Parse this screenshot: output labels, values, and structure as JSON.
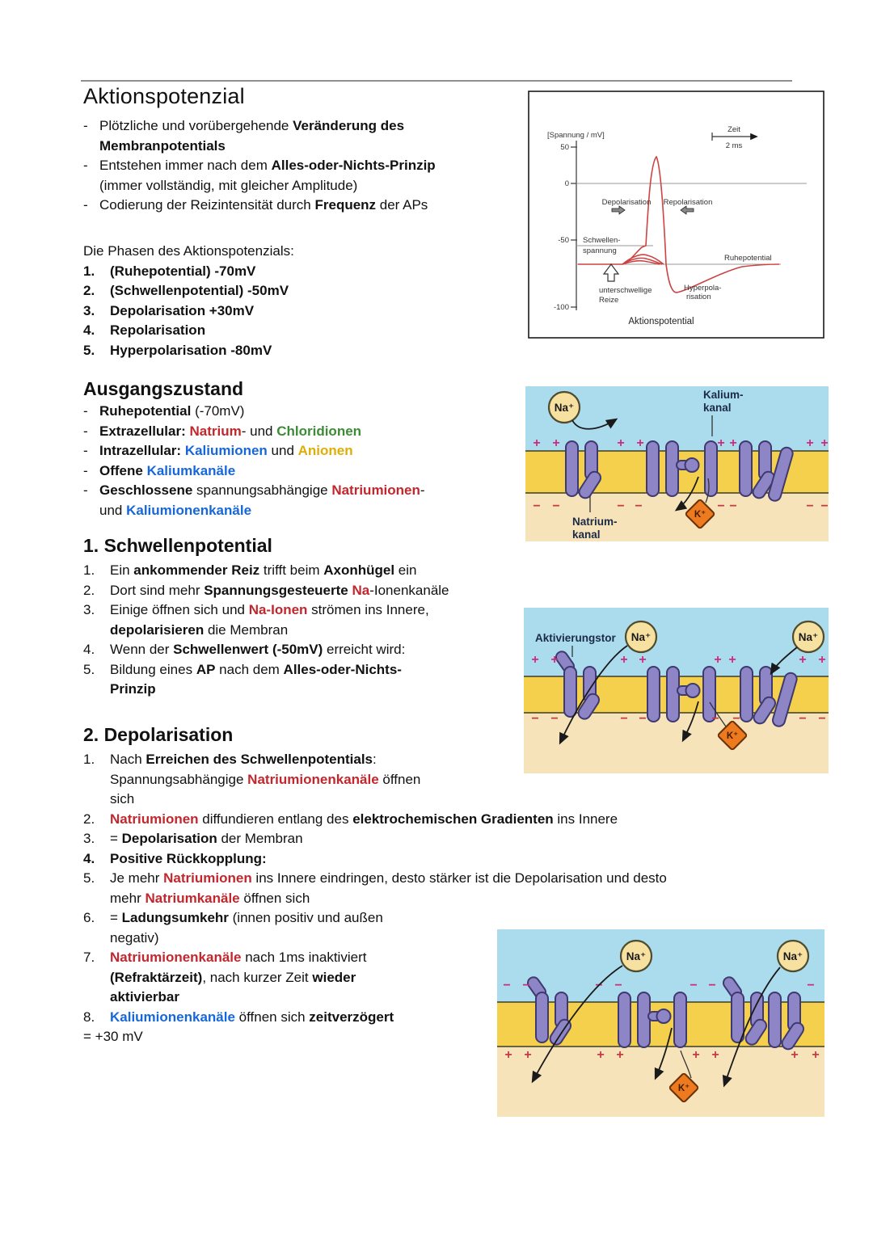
{
  "page": {
    "title": "Aktionspotenzial"
  },
  "symbols": {
    "plus": "+",
    "minus": "−",
    "dash": "-"
  },
  "intro_bullets": [
    {
      "num": "-",
      "seg": [
        {
          "t": "Plötzliche und vorübergehende "
        },
        {
          "t": "Veränderung des\nMembranpotentials",
          "b": true
        }
      ]
    },
    {
      "num": "-",
      "seg": [
        {
          "t": "Entstehen immer nach dem "
        },
        {
          "t": "Alles-oder-Nichts-Prinzip",
          "b": true
        },
        {
          "t": "\n(immer vollständig, mit gleicher Amplitude)"
        }
      ]
    },
    {
      "num": "-",
      "seg": [
        {
          "t": "Codierung der Reizintensität durch "
        },
        {
          "t": "Frequenz",
          "b": true
        },
        {
          "t": " der APs"
        }
      ]
    }
  ],
  "phases": {
    "heading": "Die Phasen des Aktionspotenzials:",
    "items": [
      {
        "num": "1.",
        "nb": true,
        "seg": [
          {
            "t": "(Ruhepotential) -70mV",
            "b": true
          }
        ]
      },
      {
        "num": "2.",
        "nb": true,
        "seg": [
          {
            "t": "(Schwellenpotential) -50mV",
            "b": true
          }
        ]
      },
      {
        "num": "3.",
        "nb": true,
        "seg": [
          {
            "t": "Depolarisation +30mV",
            "b": true
          }
        ]
      },
      {
        "num": "4.",
        "nb": true,
        "seg": [
          {
            "t": "Repolarisation",
            "b": true
          }
        ]
      },
      {
        "num": "5.",
        "nb": true,
        "seg": [
          {
            "t": "Hyperpolarisation -80mV",
            "b": true
          }
        ]
      }
    ]
  },
  "ausgangszustand": {
    "heading": "Ausgangszustand",
    "items": [
      {
        "num": "-",
        "seg": [
          {
            "t": "Ruhepotential",
            "b": true
          },
          {
            "t": " (-70mV)"
          }
        ]
      },
      {
        "num": "-",
        "seg": [
          {
            "t": "Extrazellular: ",
            "b": true
          },
          {
            "t": "Natrium",
            "b": true,
            "c": "red"
          },
          {
            "t": "- und "
          },
          {
            "t": "Chloridionen",
            "b": true,
            "c": "green"
          }
        ]
      },
      {
        "num": "-",
        "seg": [
          {
            "t": "Intrazellular: ",
            "b": true
          },
          {
            "t": "Kaliumionen",
            "b": true,
            "c": "blue"
          },
          {
            "t": " und "
          },
          {
            "t": "Anionen",
            "b": true,
            "c": "gold"
          }
        ]
      },
      {
        "num": "-",
        "seg": [
          {
            "t": "Offene ",
            "b": true
          },
          {
            "t": "Kaliumkanäle",
            "b": true,
            "c": "blue"
          }
        ]
      },
      {
        "num": "-",
        "seg": [
          {
            "t": "Geschlossene",
            "b": true
          },
          {
            "t": " spannungsabhängige "
          },
          {
            "t": "Natriumionen",
            "b": true,
            "c": "red"
          },
          {
            "t": "-\nund "
          },
          {
            "t": "Kaliumionenkanäle",
            "b": true,
            "c": "blue"
          }
        ]
      }
    ]
  },
  "schwellenpotential": {
    "heading": "1. Schwellenpotential",
    "items": [
      {
        "num": "1.",
        "seg": [
          {
            "t": "Ein "
          },
          {
            "t": "ankommender Reiz",
            "b": true
          },
          {
            "t": " trifft beim "
          },
          {
            "t": "Axonhügel",
            "b": true
          },
          {
            "t": " ein"
          }
        ]
      },
      {
        "num": "2.",
        "seg": [
          {
            "t": "Dort sind mehr "
          },
          {
            "t": "Spannungsgesteuerte ",
            "b": true
          },
          {
            "t": "Na",
            "b": true,
            "c": "red"
          },
          {
            "t": "-Ionenkanäle"
          }
        ]
      },
      {
        "num": "3.",
        "seg": [
          {
            "t": "Einige öffnen sich und "
          },
          {
            "t": "Na-Ionen",
            "b": true,
            "c": "red"
          },
          {
            "t": " strömen ins Innere,\n"
          },
          {
            "t": "depolarisieren",
            "b": true
          },
          {
            "t": " die Membran"
          }
        ]
      },
      {
        "num": "4.",
        "seg": [
          {
            "t": "Wenn der "
          },
          {
            "t": "Schwellenwert (-50mV)",
            "b": true
          },
          {
            "t": " erreicht wird:"
          }
        ]
      },
      {
        "num": "5.",
        "seg": [
          {
            "t": "Bildung eines "
          },
          {
            "t": "AP",
            "b": true
          },
          {
            "t": " nach dem "
          },
          {
            "t": "Alles-oder-Nichts-\nPrinzip",
            "b": true
          }
        ]
      }
    ]
  },
  "depolarisation": {
    "heading": "2. Depolarisation",
    "items": [
      {
        "num": "1.",
        "seg": [
          {
            "t": "Nach "
          },
          {
            "t": "Erreichen des Schwellenpotentials",
            "b": true
          },
          {
            "t": ":\nSpannungsabhängige "
          },
          {
            "t": "Natriumionenkanäle",
            "b": true,
            "c": "red"
          },
          {
            "t": " öffnen\nsich"
          }
        ]
      },
      {
        "num": "2.",
        "seg": [
          {
            "t": "Natriumionen",
            "b": true,
            "c": "red"
          },
          {
            "t": " diffundieren entlang des "
          },
          {
            "t": "elektrochemischen Gradienten",
            "b": true
          },
          {
            "t": " ins Innere"
          }
        ]
      },
      {
        "num": "3.",
        "seg": [
          {
            "t": "= "
          },
          {
            "t": "Depolarisation",
            "b": true
          },
          {
            "t": " der Membran"
          }
        ]
      },
      {
        "num": "4.",
        "nb": true,
        "seg": [
          {
            "t": "Positive Rückkopplung:",
            "b": true
          }
        ]
      },
      {
        "num": "5.",
        "seg": [
          {
            "t": "Je mehr "
          },
          {
            "t": "Natriumionen",
            "b": true,
            "c": "red"
          },
          {
            "t": " ins Innere eindringen, desto stärker ist die Depolarisation und desto\nmehr "
          },
          {
            "t": "Natriumkanäle",
            "b": true,
            "c": "red"
          },
          {
            "t": " öffnen sich"
          }
        ]
      },
      {
        "num": "6.",
        "seg": [
          {
            "t": "= "
          },
          {
            "t": "Ladungsumkehr",
            "b": true
          },
          {
            "t": " (innen positiv und außen\nnegativ)"
          }
        ]
      },
      {
        "num": "7.",
        "seg": [
          {
            "t": "Natriumionenkanäle",
            "b": true,
            "c": "red"
          },
          {
            "t": " nach 1ms inaktiviert\n"
          },
          {
            "t": "(Refraktärzeit)",
            "b": true
          },
          {
            "t": ", nach kurzer Zeit "
          },
          {
            "t": "wieder\naktivierbar",
            "b": true
          }
        ]
      },
      {
        "num": "8.",
        "seg": [
          {
            "t": "Kaliumionenkanäle",
            "b": true,
            "c": "blue"
          },
          {
            "t": " öffnen sich "
          },
          {
            "t": "zeitverzögert",
            "b": true
          }
        ]
      }
    ],
    "footer": "= +30 mV"
  },
  "graph": {
    "ylabel": "[Spannung / mV]",
    "ticks": [
      "50",
      "0",
      "-50",
      "-100"
    ],
    "zeit": "Zeit",
    "zeit_unit": "2 ms",
    "depol": "Depolarisation",
    "repol": "Repolarisation",
    "schwelle_1": "Schwellen-",
    "schwelle_2": "spannung",
    "unterschwellig_1": "unterschwellige",
    "unterschwellig_2": "Reize",
    "ruhe": "Ruhepotential",
    "hyper_1": "Hyperpola-",
    "hyper_2": "risation",
    "caption": "Aktionspotential"
  },
  "diagrams": {
    "na_ion": "Na⁺",
    "k_ion": "K⁺",
    "d1": {
      "kalium_1": "Kalium-",
      "kalium_2": "kanal",
      "natrium_1": "Natrium-",
      "natrium_2": "kanal"
    },
    "d2": {
      "gate_label": "Aktivierungstor"
    }
  },
  "colors": {
    "accent_red": "#c1272d",
    "accent_green": "#3d8b37",
    "accent_blue": "#1667d9",
    "accent_gold": "#dfae06",
    "membrane_yellow": "#f4d04c",
    "extracell_blue": "#abdcee",
    "intracell_beige": "#f6e3ba",
    "channel_purple": "#8e85c6",
    "k_orange": "#ee7a1f",
    "charge_magenta": "#cb2d7b",
    "curve_red": "#cc4343"
  }
}
